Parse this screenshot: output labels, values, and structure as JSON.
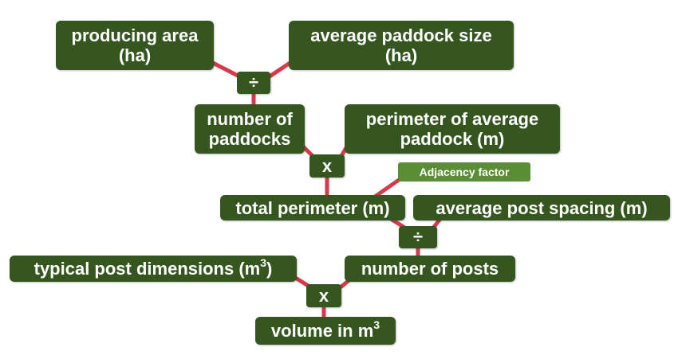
{
  "nodes": {
    "producing_area": {
      "line1": "producing area",
      "line2": "(ha)"
    },
    "avg_paddock_size": {
      "line1": "average paddock size",
      "line2": "(ha)"
    },
    "num_paddocks": {
      "line1": "number of",
      "line2": "paddocks"
    },
    "perimeter_avg_paddock": {
      "line1": "perimeter of average",
      "line2": "paddock (m)"
    },
    "adjacency_factor": "Adjacency factor",
    "total_perimeter": "total perimeter (m)",
    "avg_post_spacing": "average post spacing (m)",
    "num_posts": "number of posts",
    "typical_post_dimensions": {
      "text": "typical post dimensions (m",
      "sup": "3",
      "close": ")"
    },
    "volume": {
      "text": "volume in m",
      "sup": "3"
    }
  },
  "operators": {
    "divide_1": "÷",
    "multiply_1": "x",
    "divide_2": "÷",
    "multiply_2": "x"
  },
  "colors": {
    "box": "#36561f",
    "tag": "#5b8c36",
    "connector": "#d63a4a",
    "text": "#ffffff"
  }
}
